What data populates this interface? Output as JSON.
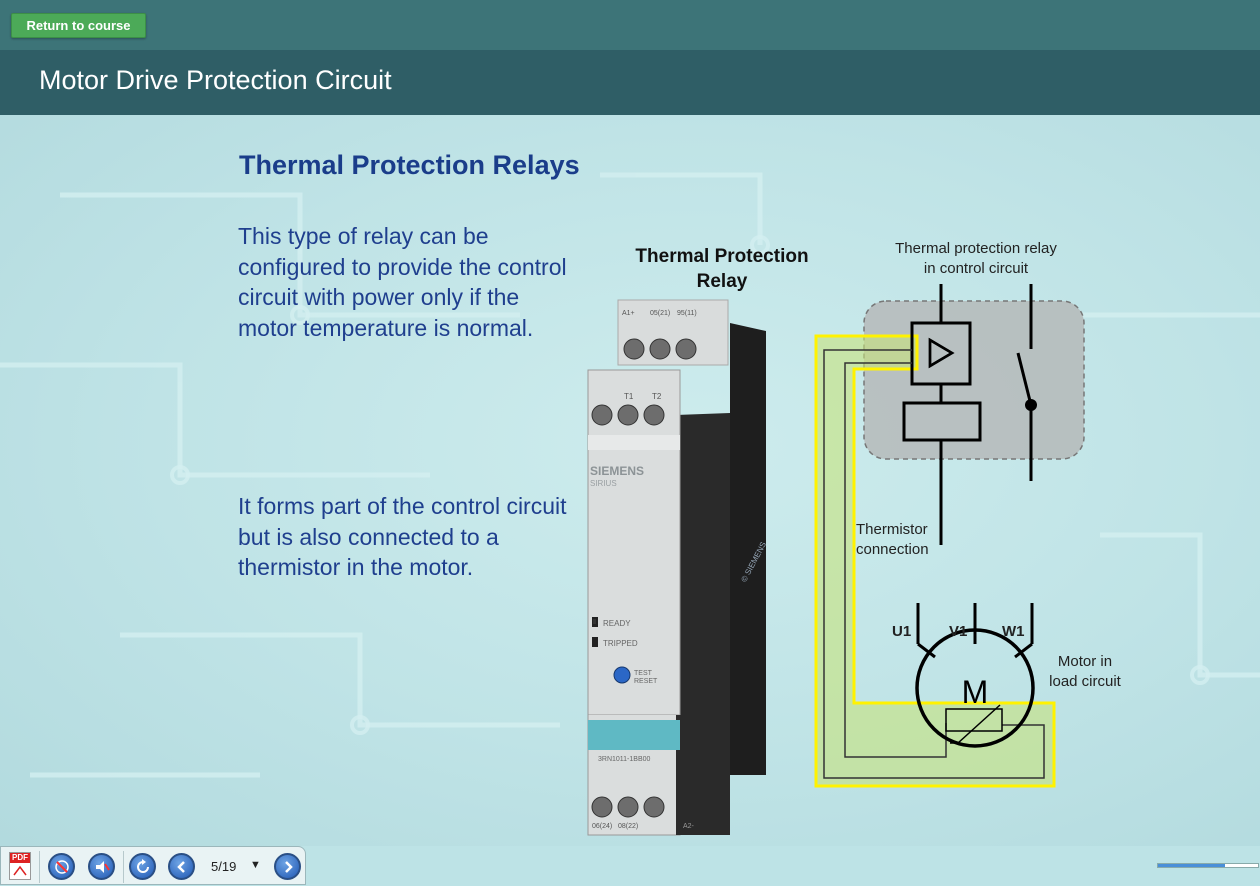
{
  "header": {
    "return_label": "Return to course",
    "title": "Motor Drive Protection Circuit"
  },
  "slide": {
    "heading": "Thermal Protection Relays",
    "paragraph1": "This type of relay can be configured to provide the control circuit with power only if the motor temperature is normal.",
    "paragraph2": "It forms part of the control circuit but is also connected to a thermistor in the motor.",
    "relay_title_line1": "Thermal Protection",
    "relay_title_line2": "Relay",
    "relay_device": {
      "brand": "SIEMENS",
      "series": "SIRIUS",
      "ready": "READY",
      "tripped": "TRIPPED",
      "test": "TEST",
      "reset": "RESET",
      "model": "3RN1011-1BB00",
      "terminals_top": [
        "A1+",
        "05(21)",
        "95(11)"
      ],
      "terminals_mid": [
        "T1",
        "T2"
      ],
      "terminals_bottom": [
        "06(24)",
        "08(22)",
        "A2-"
      ],
      "watermark": "© SIEMENS"
    },
    "diagram": {
      "control_label_line1": "Thermal protection relay",
      "control_label_line2": "in control circuit",
      "thermistor_label_line1": "Thermistor",
      "thermistor_label_line2": "connection",
      "motor_label_line1": "Motor in",
      "motor_label_line2": "load circuit",
      "phase_u": "U1",
      "phase_v": "V1",
      "phase_w": "W1",
      "motor_symbol": "M"
    }
  },
  "player": {
    "page_indicator": "5/19",
    "dropdown_arrow": "▼",
    "progress": 0.67,
    "icons": [
      "pdf-icon",
      "mute-icon",
      "volume-icon",
      "replay-icon",
      "previous-icon",
      "next-icon"
    ],
    "pdf_text": "PDF"
  },
  "colors": {
    "topbar": "#3d7478",
    "titlebar": "#2f5e66",
    "heading": "#1a3d8a",
    "button_green": "#4caa58",
    "highlight_yellow": "#fff200"
  }
}
